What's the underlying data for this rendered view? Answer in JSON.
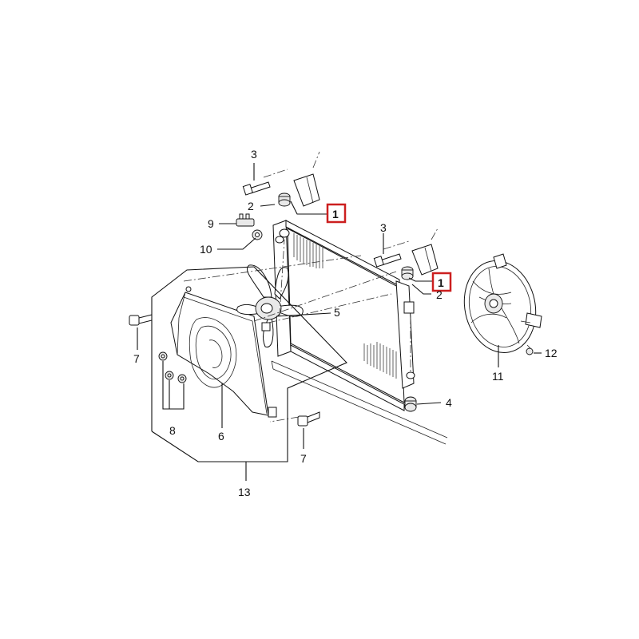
{
  "callouts": {
    "c1a": "1",
    "c1b": "1",
    "c2a": "2",
    "c2b": "2",
    "c3a": "3",
    "c3b": "3",
    "c4": "4",
    "c5": "5",
    "c6": "6",
    "c7a": "7",
    "c7b": "7",
    "c8": "8",
    "c9": "9",
    "c10": "10",
    "c11": "11",
    "c12": "12",
    "c13": "13"
  },
  "colors": {
    "highlight_box": "#cc1f1f",
    "line_art": "#111111",
    "background": "#ffffff"
  }
}
